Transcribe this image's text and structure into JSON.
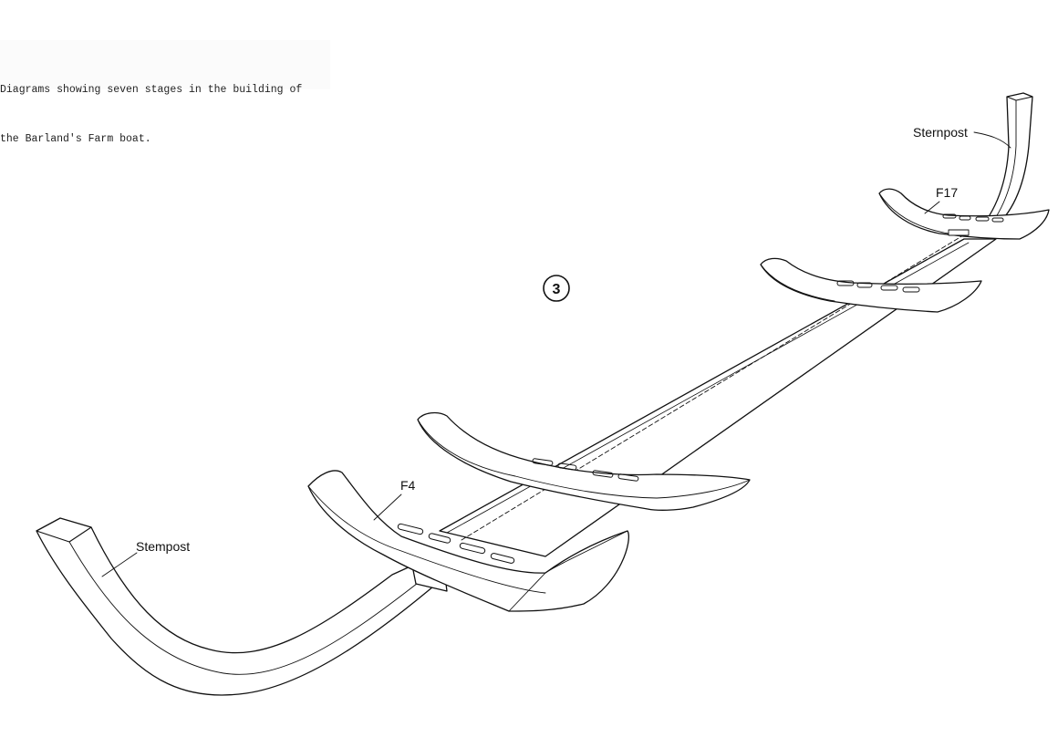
{
  "caption": {
    "line1": "Diagrams showing seven stages in the building of",
    "line2": "the Barland's Farm boat."
  },
  "stage_number": "3",
  "labels": {
    "sternpost": "Sternpost",
    "stempost": "Stempost",
    "frame_f17": "F17",
    "frame_f4": "F4"
  },
  "colors": {
    "ink": "#111111",
    "paper": "#ffffff"
  }
}
